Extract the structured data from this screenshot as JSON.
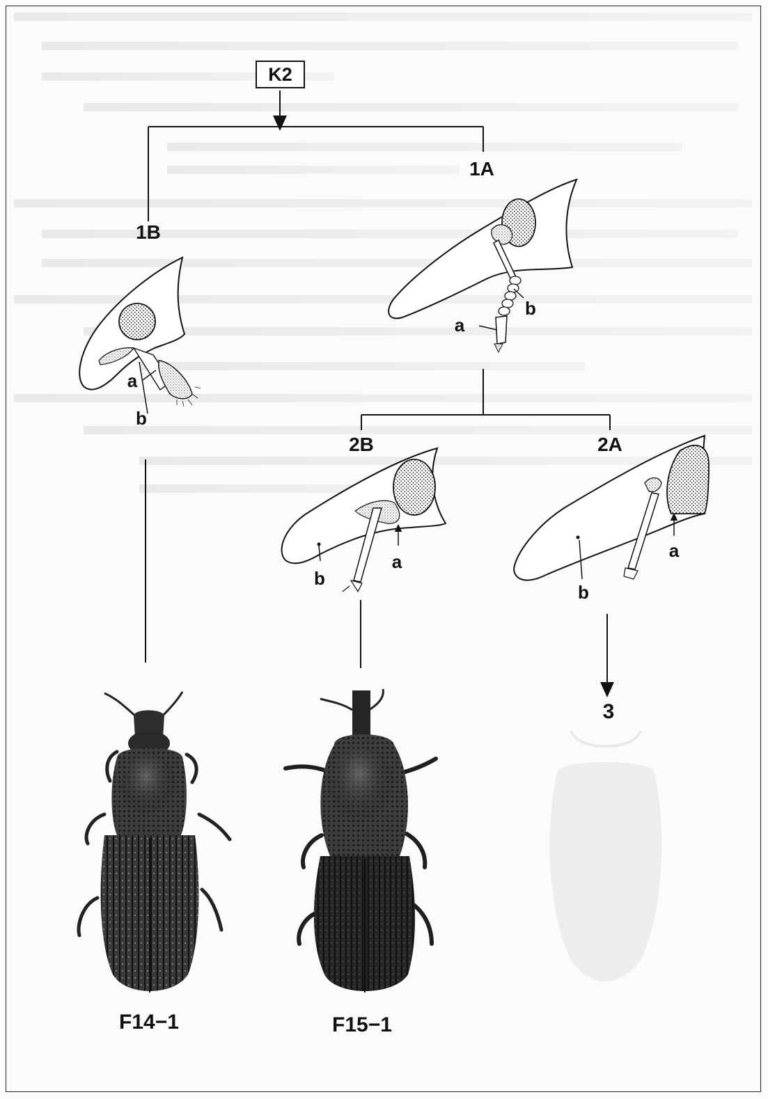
{
  "key_label": "K2",
  "couplets": {
    "c1a": "1A",
    "c1b": "1B",
    "c2a": "2A",
    "c2b": "2B"
  },
  "part_labels": {
    "a": "a",
    "b": "b"
  },
  "next_couplet": "3",
  "captions": {
    "left": "F14−1",
    "middle": "F15−1"
  },
  "colors": {
    "ink": "#111111",
    "paper": "#fbfbfa",
    "beetle_dark": "#2b2b2b",
    "beetle_mid": "#5a5a5a",
    "stipple": "#bdbdbd"
  }
}
